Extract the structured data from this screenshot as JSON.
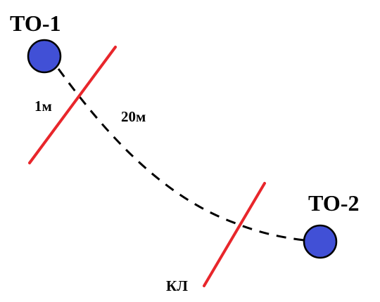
{
  "diagram": {
    "nodes": [
      {
        "id": "to1",
        "label": "ТО-1"
      },
      {
        "id": "to2",
        "label": "ТО-2"
      }
    ],
    "labels": {
      "distance_short": "1м",
      "distance_long": "20м",
      "line_label": "КЛ"
    },
    "colors": {
      "node_fill": "#4150d6",
      "node_stroke": "#000000",
      "cut_line": "#e8262b",
      "route": "#000000"
    }
  }
}
